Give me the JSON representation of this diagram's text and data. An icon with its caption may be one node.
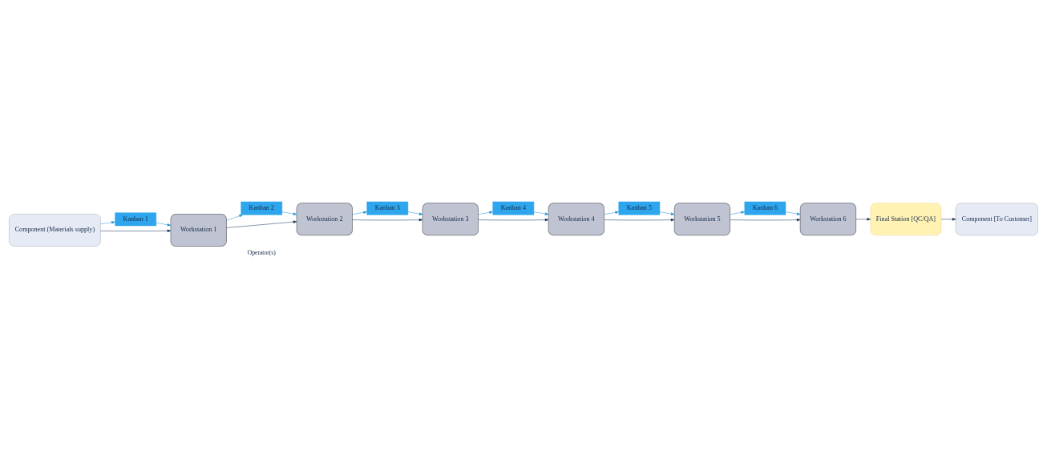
{
  "diagram": {
    "nodes": [
      {
        "text": [
          "Component (Materials supply)"
        ]
      },
      {
        "text": [
          "Kanban 1"
        ]
      },
      {
        "text": [
          "Workstation 1"
        ]
      },
      {
        "text": [
          "Kanban 2"
        ]
      },
      {
        "text": [
          "Workstation 2"
        ]
      },
      {
        "text": [
          "Kanban 3"
        ]
      },
      {
        "text": [
          "Workstation 3"
        ]
      },
      {
        "text": [
          "Kanban 4"
        ]
      },
      {
        "text": [
          "Workstation 4"
        ]
      },
      {
        "text": [
          "Kanban 5"
        ]
      },
      {
        "text": [
          "Workstation 5"
        ]
      },
      {
        "text": [
          "Kanban 6"
        ]
      },
      {
        "text": [
          "Workstation 6"
        ]
      },
      {
        "text": [
          "Final Station [QC/QA]"
        ]
      },
      {
        "text": [
          "Component [To Customer]"
        ]
      }
    ],
    "edges": [
      {
        "from": 0,
        "to": 2,
        "arrow": "to",
        "color": "#0e2b50"
      },
      {
        "from": 0,
        "to": 1,
        "arrow": "to"
      },
      {
        "from": 1,
        "to": 2,
        "arrow": "to"
      },
      {
        "from": 2,
        "to": 3,
        "arrow": "to"
      },
      {
        "from": 3,
        "to": 4,
        "arrow": "to"
      },
      {
        "from": 2,
        "to": 4,
        "arrow": "to",
        "color": "#0e2b50"
      },
      {
        "from": 4,
        "to": 5,
        "arrow": "to"
      },
      {
        "from": 5,
        "to": 6,
        "arrow": "to"
      },
      {
        "from": 4,
        "to": 6,
        "arrow": "to",
        "color": "#0e2b50"
      },
      {
        "from": 6,
        "to": 7,
        "arrow": "to"
      },
      {
        "from": 7,
        "to": 8,
        "arrow": "to"
      },
      {
        "from": 6,
        "to": 8,
        "arrow": "to",
        "color": "#0e2b50"
      },
      {
        "from": 8,
        "to": 9,
        "arrow": "to"
      },
      {
        "from": 9,
        "to": 10,
        "arrow": "to"
      },
      {
        "from": 8,
        "to": 10,
        "arrow": "to",
        "color": "#0e2b50"
      },
      {
        "from": 10,
        "to": 11,
        "arrow": "to"
      },
      {
        "from": 11,
        "to": 12,
        "arrow": "to"
      },
      {
        "from": 10,
        "to": 12,
        "arrow": "to",
        "color": "#0e2b50"
      },
      {
        "from": 12,
        "to": 13,
        "arrow": "to",
        "color": "#0e2b50"
      },
      {
        "from": 13,
        "to": 14,
        "arrow": "to",
        "color": "#0e2b50"
      }
    ],
    "labels": [
      "Operator(s)"
    ]
  }
}
